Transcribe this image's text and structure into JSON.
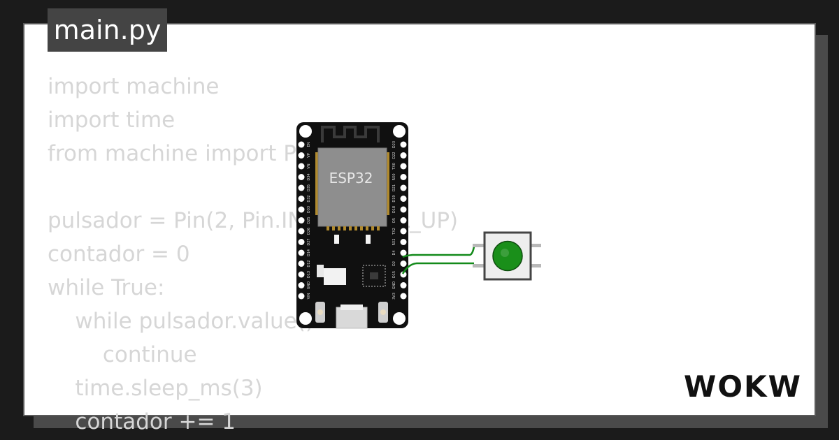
{
  "file_tab": {
    "label": "main.py"
  },
  "code_lines": [
    "import machine",
    "import time",
    "from machine import Pin",
    "",
    "pulsador = Pin(2, Pin.IN, Pin.PULL_UP)",
    "contador = 0",
    "while True:",
    "    while pulsador.value():",
    "        continue",
    "    time.sleep_ms(3)",
    "    contador += 1"
  ],
  "board": {
    "label": "ESP32",
    "left_pins": [
      "EN",
      "VP",
      "VN",
      "D34",
      "D35",
      "D32",
      "D33",
      "D25",
      "D26",
      "D27",
      "D14",
      "D12",
      "D13",
      "GND",
      "VIN"
    ],
    "right_pins": [
      "D23",
      "D22",
      "TX0",
      "RX0",
      "D21",
      "D19",
      "D18",
      "D5",
      "TX2",
      "RX2",
      "D4",
      "D2",
      "D15",
      "GND",
      "3V3"
    ]
  },
  "button": {
    "color": "#1a8f1a"
  },
  "wire_color": "#138a1a",
  "brand": {
    "logo_text": "WOKWi"
  }
}
